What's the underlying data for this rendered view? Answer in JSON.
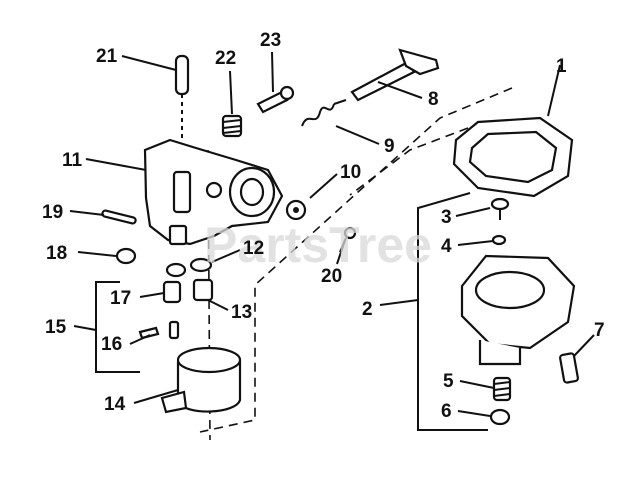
{
  "watermark": "PartsTree",
  "callouts": [
    {
      "id": "c1",
      "label": "1"
    },
    {
      "id": "c2",
      "label": "2"
    },
    {
      "id": "c3",
      "label": "3"
    },
    {
      "id": "c4",
      "label": "4"
    },
    {
      "id": "c5",
      "label": "5"
    },
    {
      "id": "c6",
      "label": "6"
    },
    {
      "id": "c7",
      "label": "7"
    },
    {
      "id": "c8",
      "label": "8"
    },
    {
      "id": "c9",
      "label": "9"
    },
    {
      "id": "c10",
      "label": "10"
    },
    {
      "id": "c11",
      "label": "11"
    },
    {
      "id": "c12",
      "label": "12"
    },
    {
      "id": "c13",
      "label": "13"
    },
    {
      "id": "c14",
      "label": "14"
    },
    {
      "id": "c15",
      "label": "15"
    },
    {
      "id": "c16",
      "label": "16"
    },
    {
      "id": "c17",
      "label": "17"
    },
    {
      "id": "c18",
      "label": "18"
    },
    {
      "id": "c19",
      "label": "19"
    },
    {
      "id": "c20",
      "label": "20"
    },
    {
      "id": "c21",
      "label": "21"
    },
    {
      "id": "c22",
      "label": "22"
    },
    {
      "id": "c23",
      "label": "23"
    }
  ]
}
